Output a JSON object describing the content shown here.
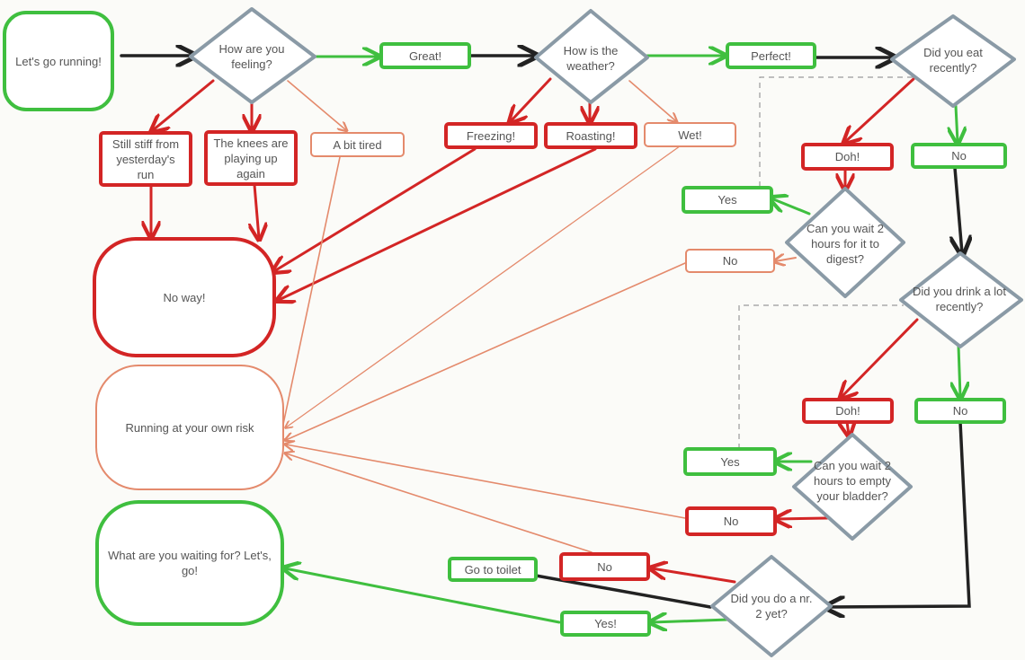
{
  "start": "Let's go running!",
  "q_feeling": "How are you feeling?",
  "a_great": "Great!",
  "a_stiff": "Still stiff from yesterday's run",
  "a_knees": "The knees are playing up again",
  "a_tired": "A bit tired",
  "q_weather": "How is the weather?",
  "a_perfect": "Perfect!",
  "a_freezing": "Freezing!",
  "a_roasting": "Roasting!",
  "a_wet": "Wet!",
  "q_eat": "Did you eat recently?",
  "eat_doh": "Doh!",
  "eat_no": "No",
  "q_wait_digest": "Can you wait 2 hours for it to digest?",
  "digest_yes": "Yes",
  "digest_no": "No",
  "q_drink": "Did you drink a lot recently?",
  "drink_doh": "Doh!",
  "drink_no": "No",
  "q_wait_bladder": "Can you wait 2 hours to empty your bladder?",
  "bladder_yes": "Yes",
  "bladder_no": "No",
  "q_nr2": "Did you do a nr. 2 yet?",
  "nr2_no": "No",
  "nr2_yes": "Yes!",
  "toilet": "Go to toilet",
  "end_no_way": "No way!",
  "end_risk": "Running at your own risk",
  "end_go": "What are you waiting for? Let's, go!",
  "colors": {
    "green": "#3fbf3f",
    "red": "#d32525",
    "orange": "#e48a6c",
    "black": "#222222",
    "diamond_border": "#8a9aa6",
    "dashed": "#9a9a9a"
  }
}
